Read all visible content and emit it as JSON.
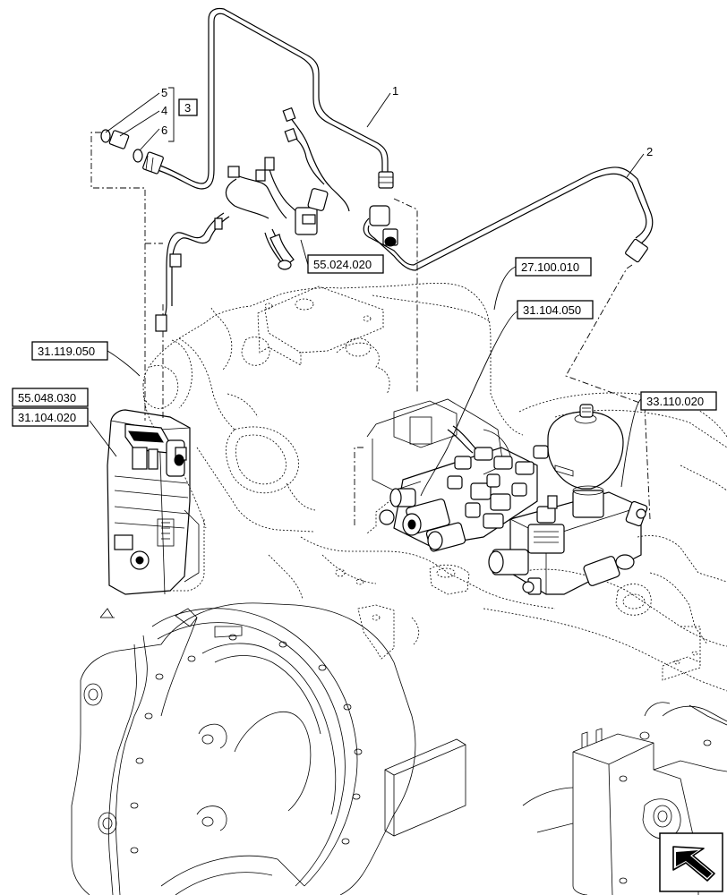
{
  "callouts": {
    "c1": "1",
    "c2": "2",
    "c3": "3",
    "c4": "4",
    "c5": "5",
    "c6": "6"
  },
  "references": {
    "r_55_024_020": "55.024.020",
    "r_27_100_010": "27.100.010",
    "r_31_104_050": "31.104.050",
    "r_31_119_050": "31.119.050",
    "r_55_048_030": "55.048.030",
    "r_31_104_020": "31.104.020",
    "r_33_110_020": "33.110.020"
  },
  "icons": {
    "nav": "next-page-arrow-icon"
  }
}
